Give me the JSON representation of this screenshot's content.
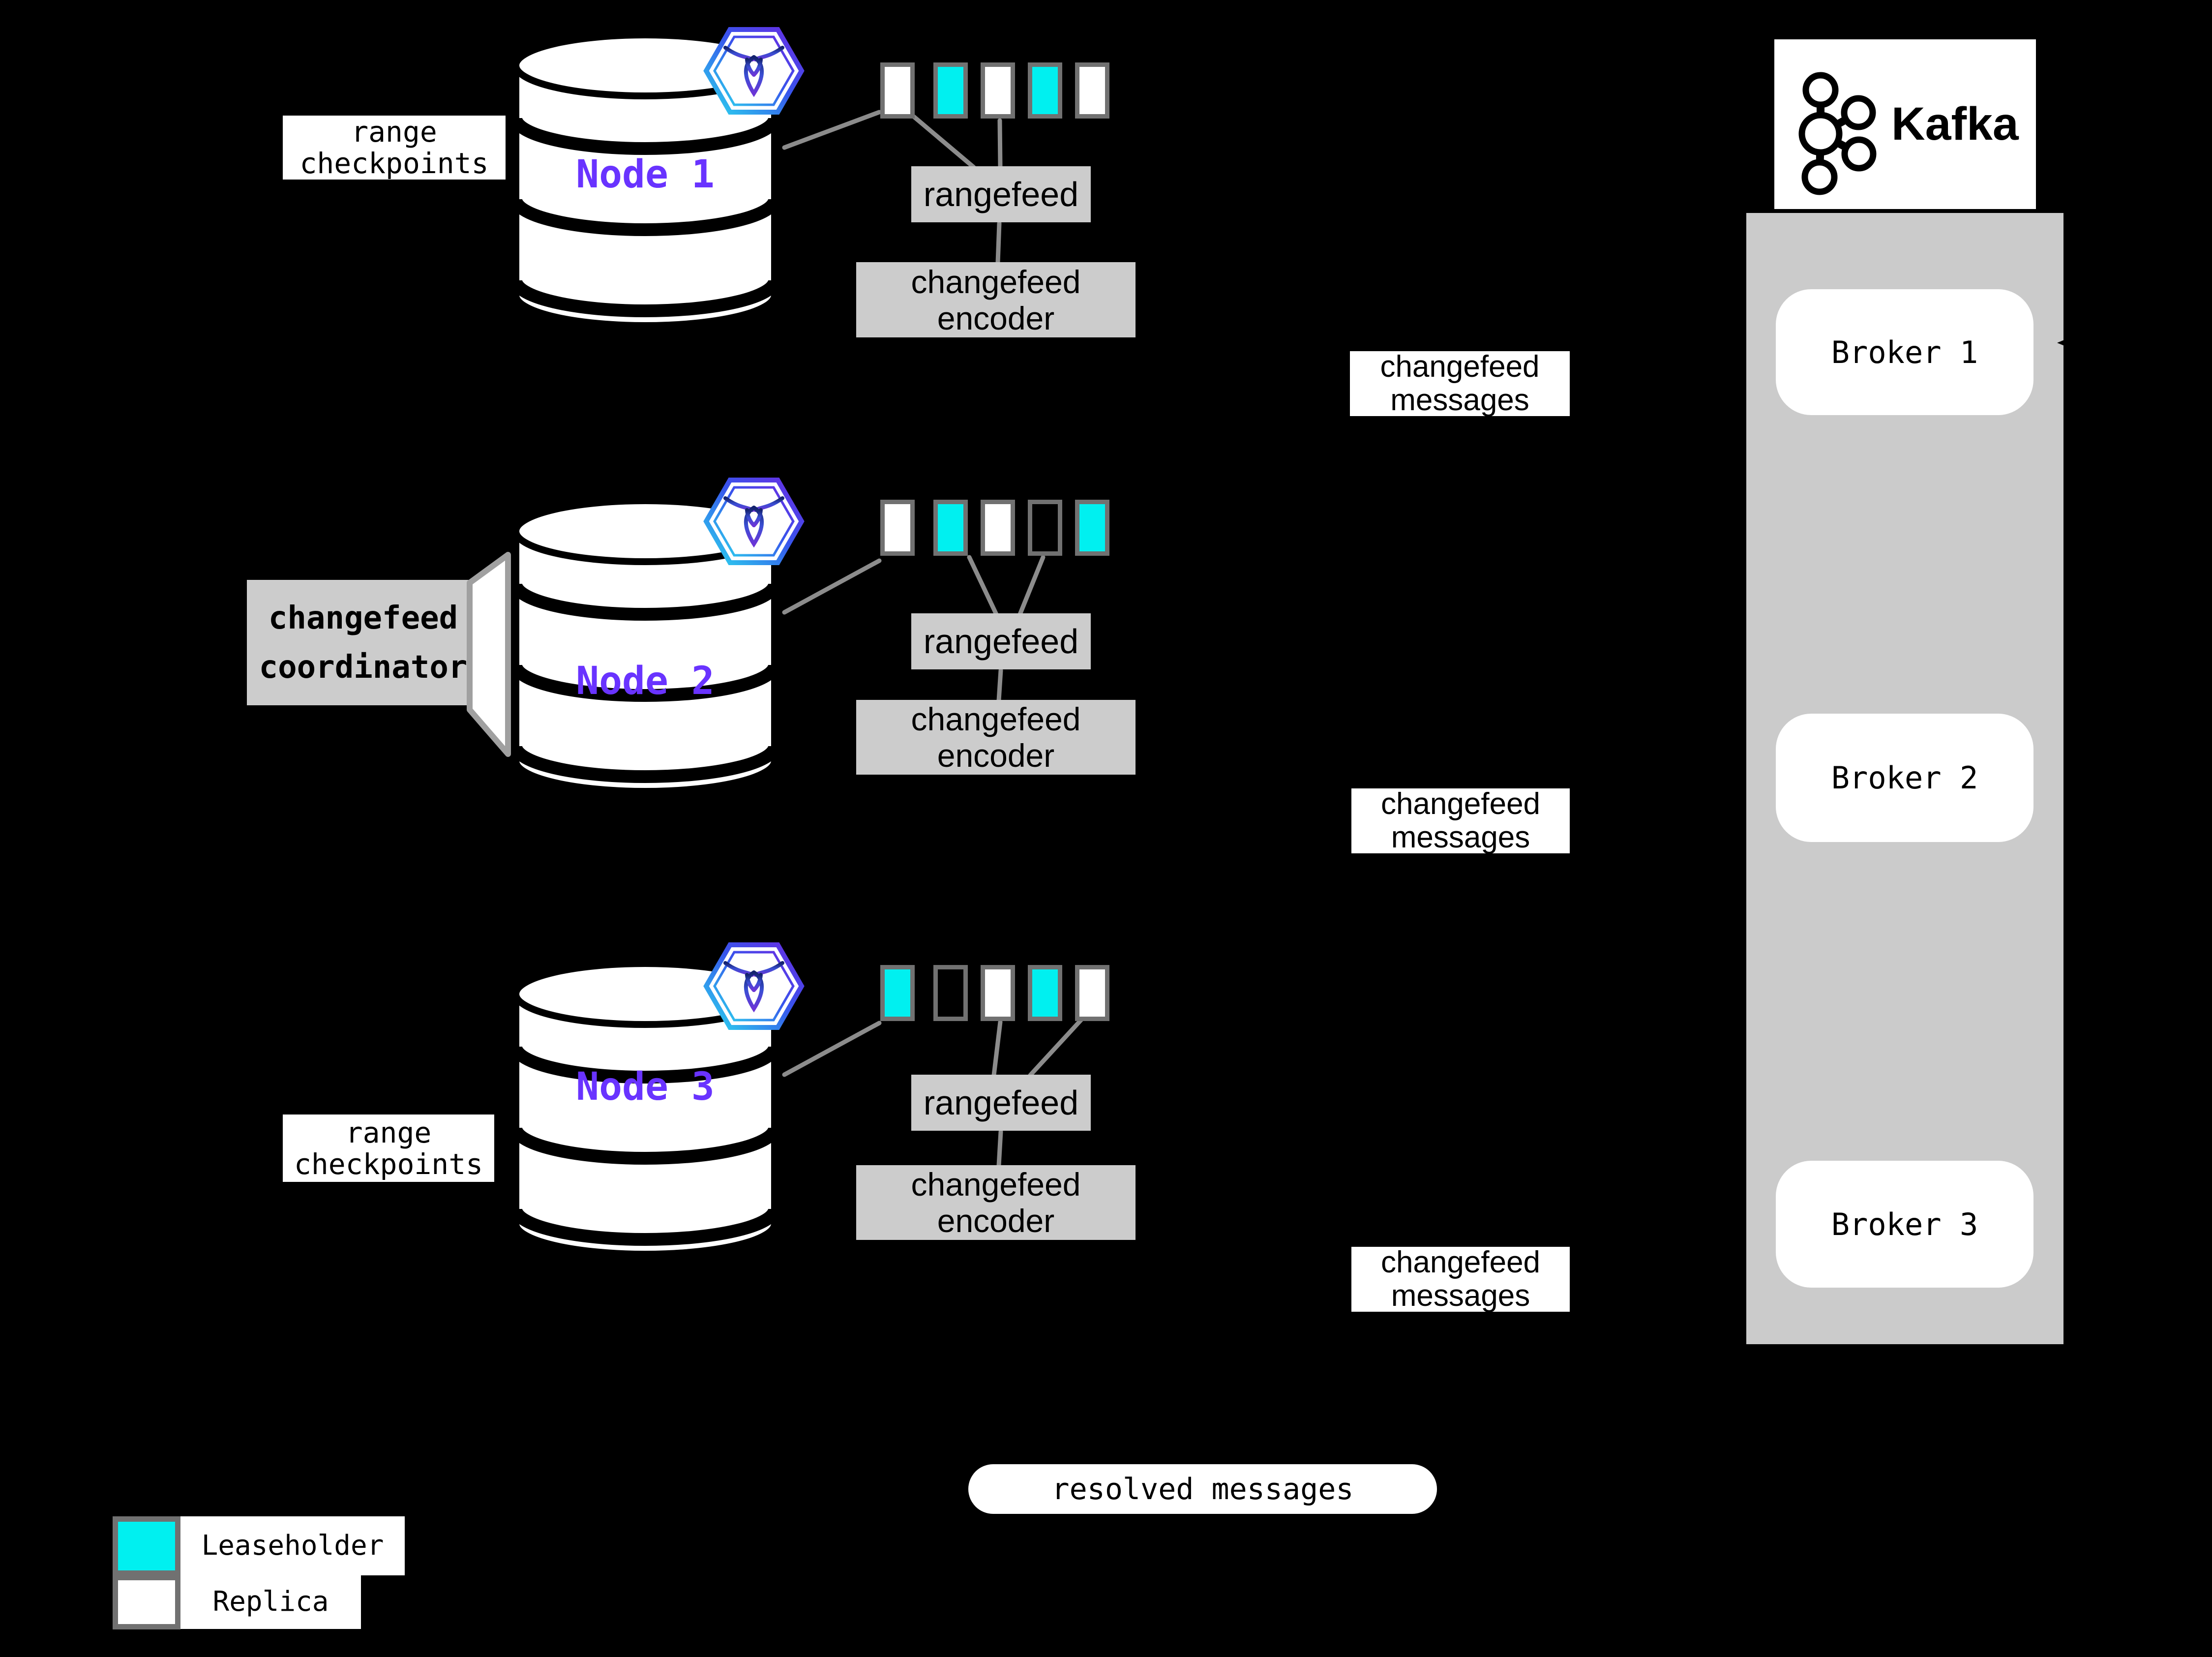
{
  "title": "CockroachDB changefeed to Kafka architecture diagram",
  "colors": {
    "background": "#000000",
    "leaseholder": "#00F0F0",
    "replica": "#FFFFFF",
    "box_gray": "#CCCCCC",
    "container_gray": "#CBCBCB",
    "square_border_gray": "#717171",
    "line_gray": "#8C8C8C",
    "pointer_border_gray": "#A0A0A0",
    "node_label_purple": "#6933FF",
    "text_black": "#000000"
  },
  "icons": {
    "node_badge": "cockroachdb-logo-icon",
    "kafka_logo": "kafka-logo-icon",
    "arrowhead": "arrowhead-icon"
  },
  "labels": {
    "range_checkpoints_line1": "range",
    "range_checkpoints_line2": "checkpoints",
    "rangefeed": "rangefeed",
    "changefeed": "changefeed",
    "encoder": "encoder",
    "messages": "messages",
    "coordinator": "coordinator",
    "resolved_messages": "resolved messages"
  },
  "nodes": [
    {
      "label": "Node 1",
      "ranges": [
        "replica",
        "leaseholder",
        "replica",
        "leaseholder",
        "replica"
      ]
    },
    {
      "label": "Node 2",
      "ranges": [
        "replica",
        "leaseholder",
        "replica",
        "empty",
        "leaseholder"
      ]
    },
    {
      "label": "Node 3",
      "ranges": [
        "leaseholder",
        "empty",
        "replica",
        "leaseholder",
        "replica"
      ]
    }
  ],
  "kafka": {
    "title": "Kafka",
    "brokers": [
      "Broker 1",
      "Broker 2",
      "Broker 3"
    ]
  },
  "legend_items": [
    {
      "label": "Leaseholder",
      "kind": "leaseholder"
    },
    {
      "label": "Replica",
      "kind": "replica"
    }
  ]
}
